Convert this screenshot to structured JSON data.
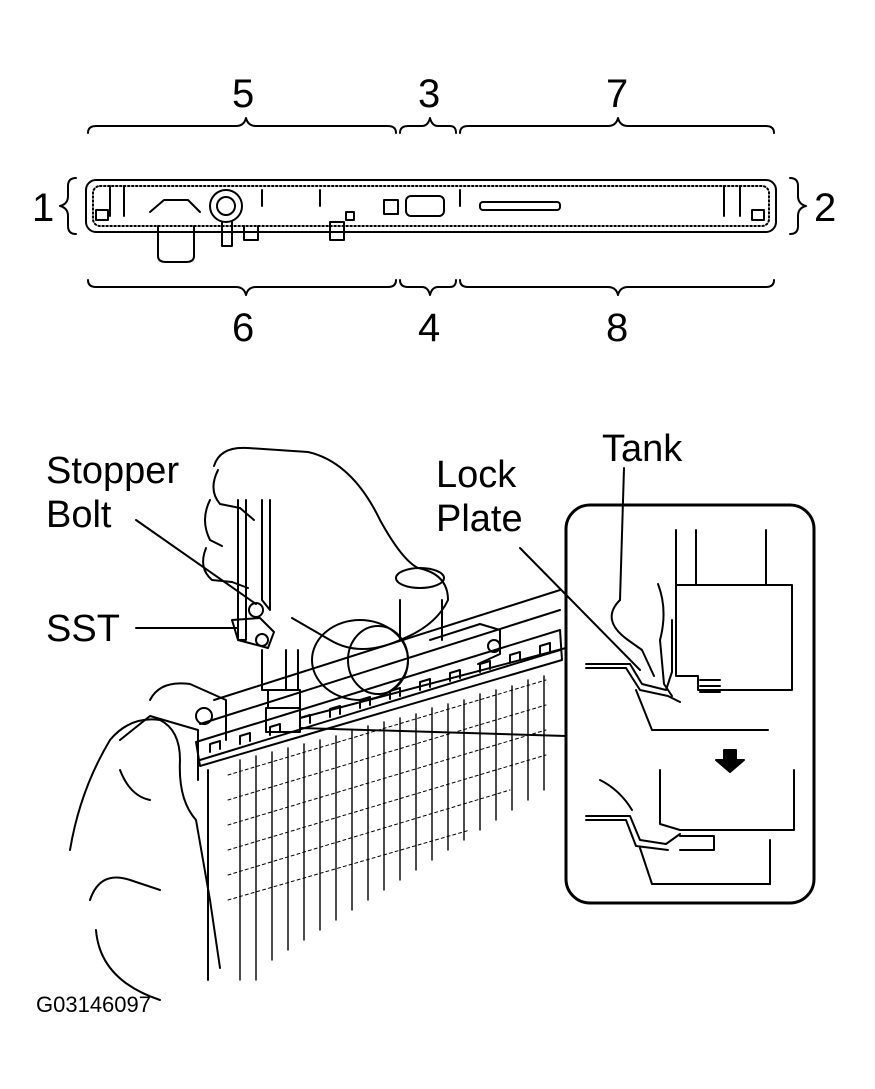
{
  "top_diagram": {
    "section_labels": {
      "s1": "1",
      "s2": "2",
      "s3": "3",
      "s4": "4",
      "s5": "5",
      "s6": "6",
      "s7": "7",
      "s8": "8"
    }
  },
  "bottom_diagram": {
    "labels": {
      "stopper_line1": "Stopper",
      "stopper_line2": "Bolt",
      "lock_line1": "Lock",
      "lock_line2": "Plate",
      "tank": "Tank",
      "sst": "SST"
    }
  },
  "figure_code": "G03146097"
}
